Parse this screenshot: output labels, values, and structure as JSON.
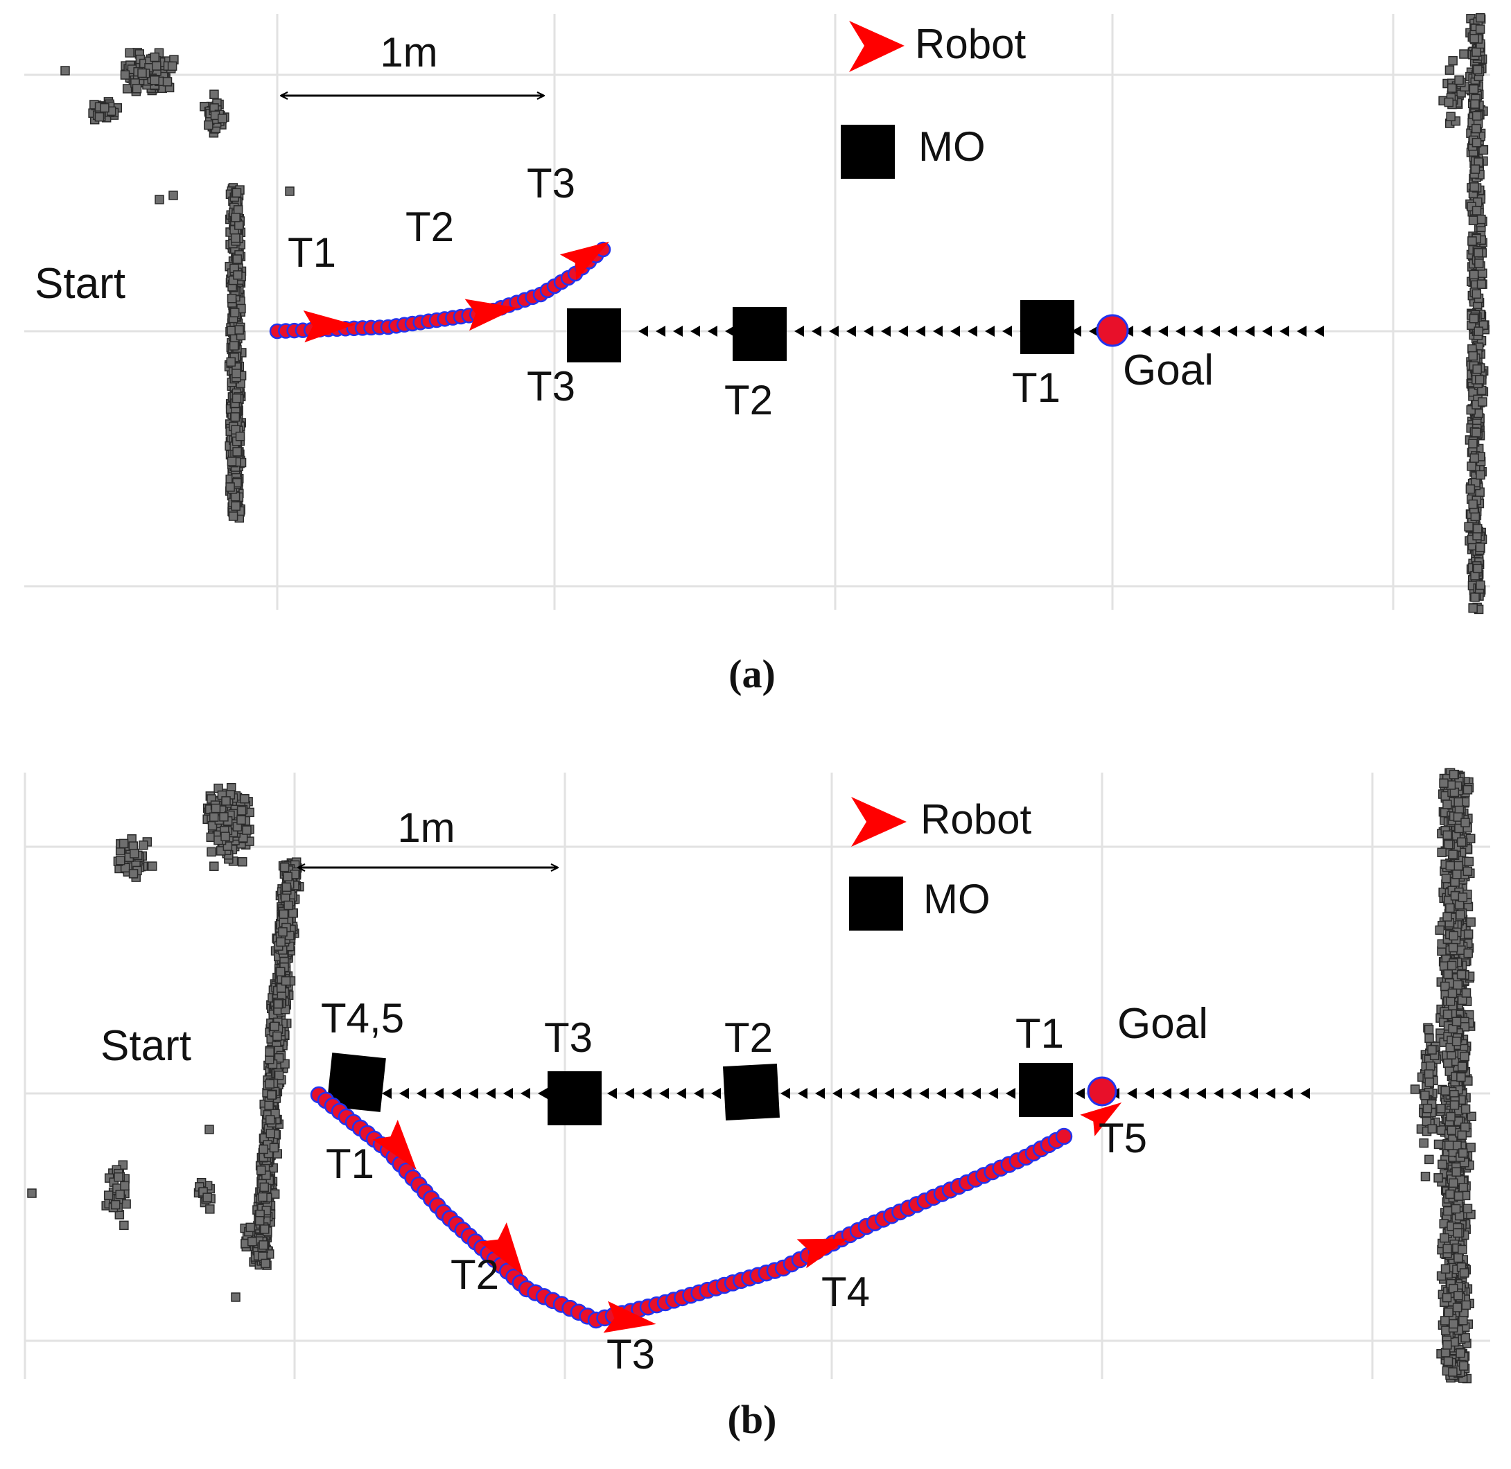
{
  "colors": {
    "robot": "#ff0000",
    "path_fill": "#e8102a",
    "path_stroke": "#2233ee",
    "obstacle": "#000000",
    "scan_fill": "#6f6f6f",
    "scan_stroke": "#2a2a2a",
    "grid": "#e2e2e2"
  },
  "icons": {
    "robot": "red-arrowhead",
    "moving_obstacle": "black-square",
    "scan_point": "gray-square",
    "path_point": "red-circle-blue-outline",
    "obstacle_track": "black-triangle-left"
  },
  "panels": [
    {
      "id": "a",
      "caption": "(a)",
      "scale_label": "1m",
      "legend": {
        "robot": "Robot",
        "obstacle": "MO"
      },
      "start_label": "Start",
      "goal_label": "Goal",
      "robot_labels": [
        "T1",
        "T2",
        "T3"
      ],
      "obstacle_labels": [
        "T1",
        "T2",
        "T3"
      ]
    },
    {
      "id": "b",
      "caption": "(b)",
      "scale_label": "1m",
      "legend": {
        "robot": "Robot",
        "obstacle": "MO"
      },
      "start_label": "Start",
      "goal_label": "Goal",
      "robot_labels": [
        "T1",
        "T2",
        "T3",
        "T4",
        "T5"
      ],
      "obstacle_labels": [
        "T1",
        "T2",
        "T3",
        "T4,5"
      ]
    }
  ]
}
